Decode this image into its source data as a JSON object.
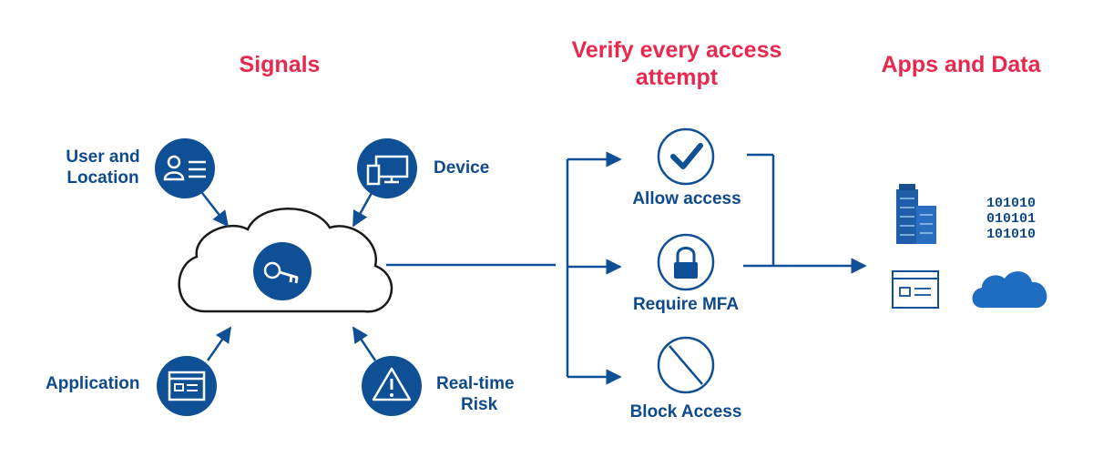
{
  "headings": {
    "signals": "Signals",
    "verify_line1": "Verify every access",
    "verify_line2": "attempt",
    "apps": "Apps and Data"
  },
  "signals": {
    "user_line1": "User and",
    "user_line2": "Location",
    "device": "Device",
    "application": "Application",
    "risk_line1": "Real-time",
    "risk_line2": "Risk"
  },
  "decisions": {
    "allow": "Allow access",
    "mfa": "Require MFA",
    "block": "Block Access"
  },
  "apps": {
    "binary": [
      "101010",
      "010101",
      "101010"
    ]
  },
  "colors": {
    "heading": "#e8294f",
    "primary": "#0e4f96",
    "label": "#0e4a8c",
    "cloud_fill": "#ffffff",
    "cloud_blue": "#1e6dc0"
  },
  "icons": {
    "user": "user-list-icon",
    "device": "monitor-icon",
    "application": "window-icon",
    "risk": "warning-icon",
    "key": "key-icon",
    "allow": "check-icon",
    "mfa": "lock-icon",
    "block": "prohibited-icon",
    "servers": "server-building-icon",
    "app_card": "window-card-icon",
    "cloud_storage": "cloud-icon"
  }
}
